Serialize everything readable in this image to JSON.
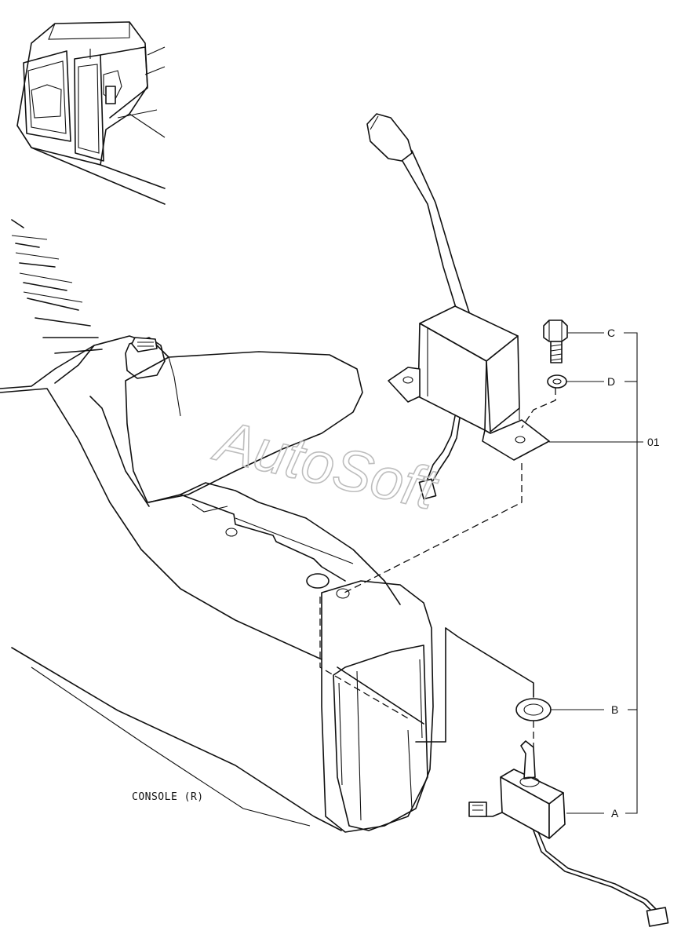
{
  "callouts": {
    "c": "C",
    "d": "D",
    "p01": "01",
    "b": "B",
    "a": "A"
  },
  "caption": "CONSOLE (R)",
  "watermark": "AutoSoft",
  "colors": {
    "line": "#111111",
    "watermark": "#bdbdbd",
    "background": "#ffffff"
  }
}
